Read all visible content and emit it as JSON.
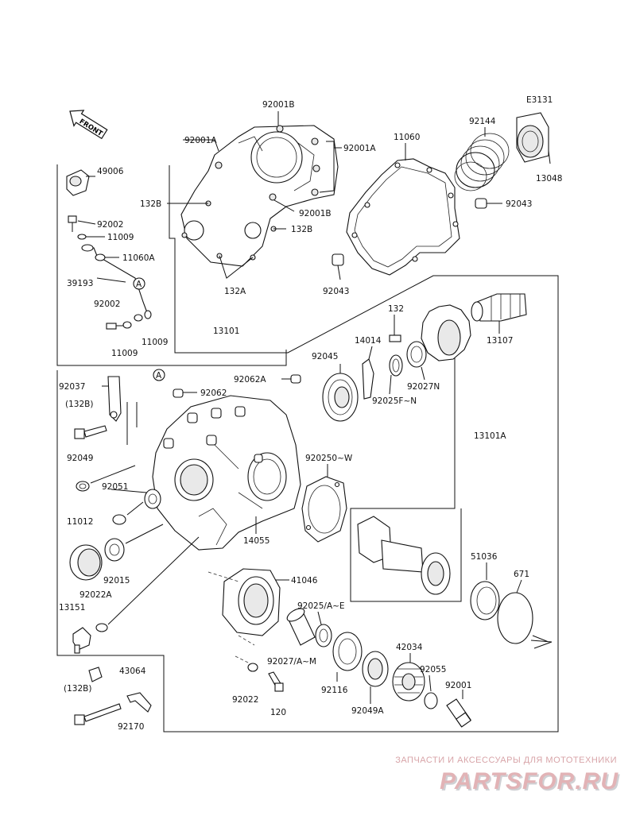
{
  "diagram_code": "E3131",
  "front_marker": "FRONT",
  "callout_marker": "A",
  "labels": {
    "l49006": "49006",
    "l92002a": "92002",
    "l11009a": "11009",
    "l11060a": "11060A",
    "l39193": "39193",
    "l92002b": "92002",
    "l11009b": "11009",
    "l11009c": "11009",
    "l92001b_top": "92001B",
    "l92001a_left": "92001A",
    "l92001a_right": "92001A",
    "l132b_a": "132B",
    "l92001b_mid": "92001B",
    "l132b_b": "132B",
    "l132a": "132A",
    "l11060": "11060",
    "l92144": "92144",
    "l13048": "13048",
    "l92043a": "92043",
    "l92043b": "92043",
    "l13101": "13101",
    "l132": "132",
    "l13107": "13107",
    "l14014": "14014",
    "l92045": "92045",
    "l92027n": "92027N",
    "l92025fn": "92025F~N",
    "l92037": "92037",
    "l132b_paren": "(132B)",
    "l92062a": "92062A",
    "l92062": "92062",
    "l13101a": "13101A",
    "l92049": "92049",
    "l92025ow": "920250~W",
    "l92051": "92051",
    "l11012": "11012",
    "l14055": "14055",
    "l92015": "92015",
    "l51036": "51036",
    "l671": "671",
    "l92022a": "92022A",
    "l41046": "41046",
    "l13151": "13151",
    "l92025ae": "92025/A~E",
    "l42034": "42034",
    "l92027am": "92027/A~M",
    "l92055": "92055",
    "l43064": "43064",
    "l132b_paren2": "(132B)",
    "l92022": "92022",
    "l92116": "92116",
    "l92001": "92001",
    "l120": "120",
    "l92049a": "92049A",
    "l92170": "92170"
  },
  "watermark": {
    "tagline": "ЗАПЧАСТИ И АКСЕССУАРЫ ДЛЯ МОТОТЕХНИКИ",
    "logo": "PARTSFOR.RU"
  }
}
